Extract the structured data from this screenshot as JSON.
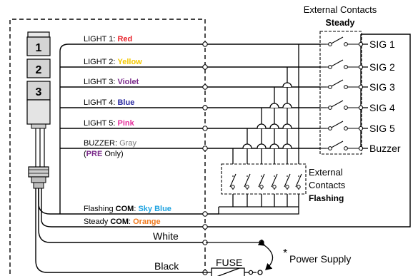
{
  "colors": {
    "red": "#e8222a",
    "yellow": "#f5c800",
    "violet": "#7a2a8a",
    "blue": "#2a2aa0",
    "pink": "#e62c9a",
    "gray": "#7a7a7a",
    "sky_blue": "#1fa3e0",
    "orange": "#f07a1e",
    "light_face": "#d4d4d4"
  },
  "external_steady": {
    "line1": "External Contacts",
    "line2": "Steady"
  },
  "external_flashing": {
    "line1": "External",
    "line2": "Contacts",
    "line3": "Flashing"
  },
  "stack_light": {
    "label1": "1",
    "label2": "2",
    "label3": "3"
  },
  "wires": [
    {
      "prefix": "LIGHT 1: ",
      "color_name": "Red",
      "color_key": "red",
      "signal": "SIG 1"
    },
    {
      "prefix": "LIGHT 2: ",
      "color_name": "Yellow",
      "color_key": "yellow",
      "signal": "SIG 2"
    },
    {
      "prefix": "LIGHT 3: ",
      "color_name": "Violet",
      "color_key": "violet",
      "signal": "SIG 3"
    },
    {
      "prefix": "LIGHT 4: ",
      "color_name": "Blue",
      "color_key": "blue",
      "signal": "SIG 4"
    },
    {
      "prefix": "LIGHT 5: ",
      "color_name": "Pink",
      "color_key": "pink",
      "signal": "SIG 5"
    },
    {
      "prefix": "BUZZER: ",
      "color_name": "Gray",
      "color_key": "gray",
      "signal": "Buzzer"
    }
  ],
  "buzzer_note": {
    "open": "(",
    "pre": "PRE",
    "rest": " Only)"
  },
  "com_lines": {
    "flashing": {
      "prefix": "Flashing ",
      "com": "COM",
      "sep": ": ",
      "color_name": "Sky Blue"
    },
    "steady": {
      "prefix": "Steady ",
      "com": "COM",
      "sep": ": ",
      "color_name": "Orange"
    }
  },
  "power": {
    "white": "White",
    "black": "Black",
    "fuse": "FUSE",
    "asterisk": "*",
    "supply": "Power Supply"
  }
}
